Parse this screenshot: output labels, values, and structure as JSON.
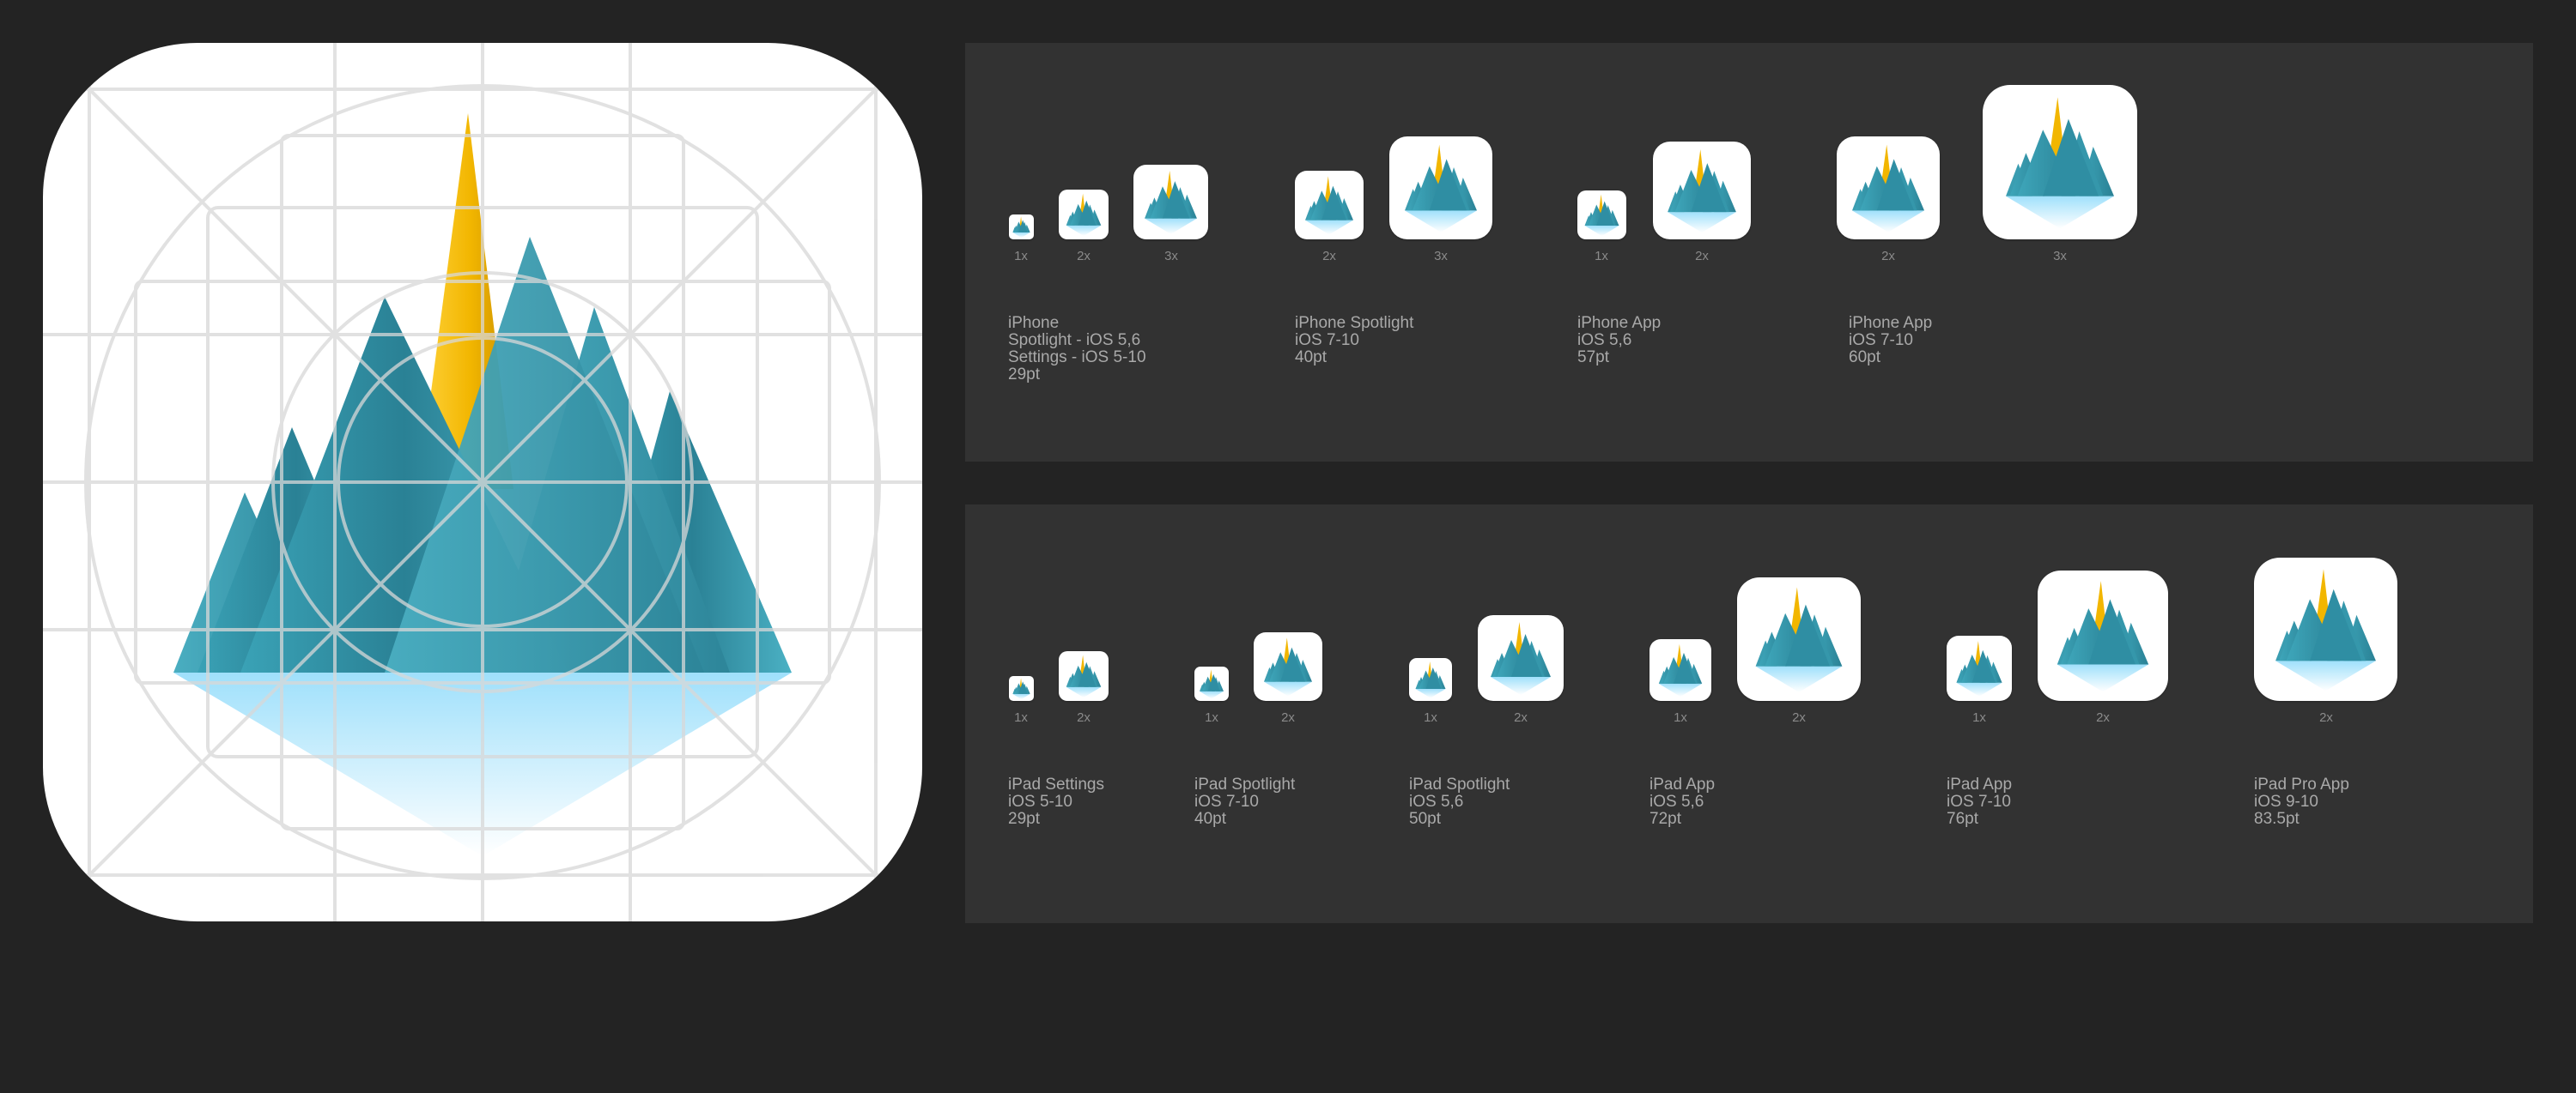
{
  "hero": {
    "icon": "mountain-app-icon-with-grid"
  },
  "iphone_groups": [
    {
      "lines": [
        "iPhone",
        "Spotlight - iOS 5,6",
        "Settings - iOS 5-10",
        "29pt"
      ],
      "scales": [
        "1x",
        "2x",
        "3x"
      ]
    },
    {
      "lines": [
        "iPhone Spotlight",
        "iOS 7-10",
        "40pt"
      ],
      "scales": [
        "2x",
        "3x"
      ]
    },
    {
      "lines": [
        "iPhone App",
        "iOS 5,6",
        "57pt"
      ],
      "scales": [
        "1x",
        "2x"
      ]
    },
    {
      "lines": [
        "iPhone App",
        "iOS 7-10",
        "60pt"
      ],
      "scales": [
        "2x",
        "3x"
      ]
    }
  ],
  "ipad_groups": [
    {
      "lines": [
        "iPad Settings",
        "iOS 5-10",
        "29pt"
      ],
      "scales": [
        "1x",
        "2x"
      ]
    },
    {
      "lines": [
        "iPad Spotlight",
        "iOS 7-10",
        "40pt"
      ],
      "scales": [
        "1x",
        "2x"
      ]
    },
    {
      "lines": [
        "iPad Spotlight",
        "iOS 5,6",
        "50pt"
      ],
      "scales": [
        "1x",
        "2x"
      ]
    },
    {
      "lines": [
        "iPad App",
        "iOS 5,6",
        "72pt"
      ],
      "scales": [
        "1x",
        "2x"
      ]
    },
    {
      "lines": [
        "iPad App",
        "iOS 7-10",
        "76pt"
      ],
      "scales": [
        "1x",
        "2x"
      ]
    },
    {
      "lines": [
        "iPad Pro App",
        "iOS 9-10",
        "83.5pt"
      ],
      "scales": [
        "2x"
      ]
    }
  ],
  "colors": {
    "background": "#232323",
    "panel": "#323232",
    "teal": "#2f8ea3",
    "gold": "#f2b600",
    "reflection": "#9fe0fb",
    "grid": "#e3e3e3"
  }
}
